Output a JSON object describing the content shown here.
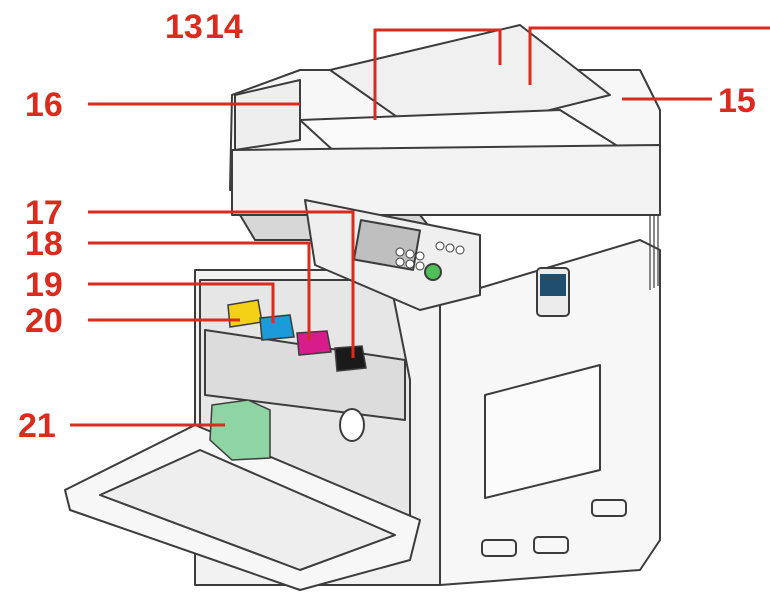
{
  "colors": {
    "callout": "#d92b1e",
    "yellow_toner": "#f3d116",
    "cyan_toner": "#1b9bd7",
    "magenta_toner": "#d81c8c",
    "black_toner": "#1a1a1a",
    "waste_toner": "#8fd4a3",
    "body_outline": "#3c3c3c",
    "body_fill": "#f7f7f7"
  },
  "callouts": [
    {
      "id": "13",
      "label": "13"
    },
    {
      "id": "14",
      "label": "14"
    },
    {
      "id": "15",
      "label": "15"
    },
    {
      "id": "16",
      "label": "16"
    },
    {
      "id": "17",
      "label": "17"
    },
    {
      "id": "18",
      "label": "18"
    },
    {
      "id": "19",
      "label": "19"
    },
    {
      "id": "20",
      "label": "20"
    },
    {
      "id": "21",
      "label": "21"
    }
  ]
}
